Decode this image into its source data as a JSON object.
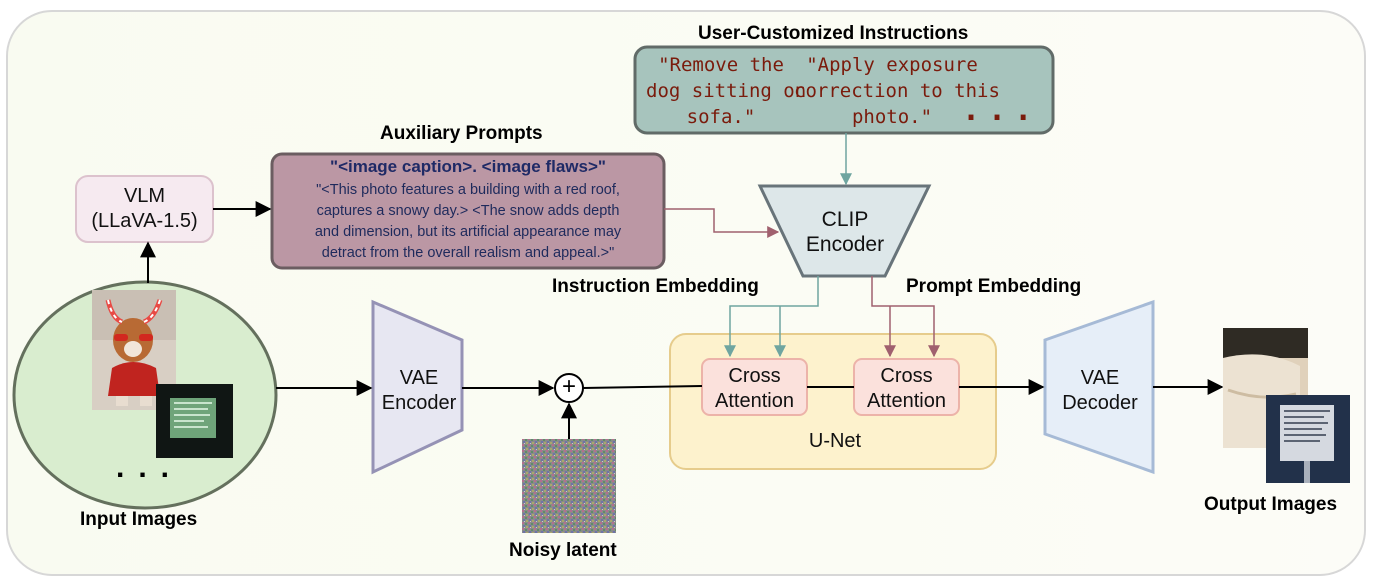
{
  "labels": {
    "user_instructions": "User-Customized Instructions",
    "auxiliary_prompts": "Auxiliary Prompts",
    "instruction_embedding": "Instruction Embedding",
    "prompt_embedding": "Prompt Embedding",
    "input_images": "Input Images",
    "noisy_latent": "Noisy latent",
    "output_images": "Output Images",
    "unet": "U-Net"
  },
  "vlm": {
    "line1": "VLM",
    "line2": "(LLaVA-1.5)"
  },
  "prompt_box": {
    "header": "\"<image caption>. <image flaws>\"",
    "lines": [
      "\"<This photo features a building with a red roof,",
      "captures a snowy day.> <The snow adds depth",
      "and dimension, but its artificial appearance may",
      "detract from the overall realism and appeal.>\""
    ]
  },
  "instructions": {
    "first": "\"Remove the\ndog sitting on\nsofa.\"",
    "second": "\"Apply exposure\ncorrection to this\nphoto.\"",
    "ellipsis": "..."
  },
  "clip": {
    "line1": "CLIP",
    "line2": "Encoder"
  },
  "vae_encoder": {
    "line1": "VAE",
    "line2": "Encoder"
  },
  "vae_decoder": {
    "line1": "VAE",
    "line2": "Decoder"
  },
  "cross_attention_1": {
    "line1": "Cross",
    "line2": "Attention"
  },
  "cross_attention_2": {
    "line1": "Cross",
    "line2": "Attention"
  },
  "input_ellipsis": "...",
  "adder_symbol": "+",
  "colors": {
    "teal": "#6fa5a0",
    "maroon": "#a0606e",
    "instruction_fill": "#a7c4bd",
    "prompt_fill": "#bb97a4",
    "clip_fill": "#dde7e9",
    "vae_fill": "#e7e7f2",
    "unet_fill": "#fdf2cd",
    "cross_fill": "#fbe1dc"
  }
}
